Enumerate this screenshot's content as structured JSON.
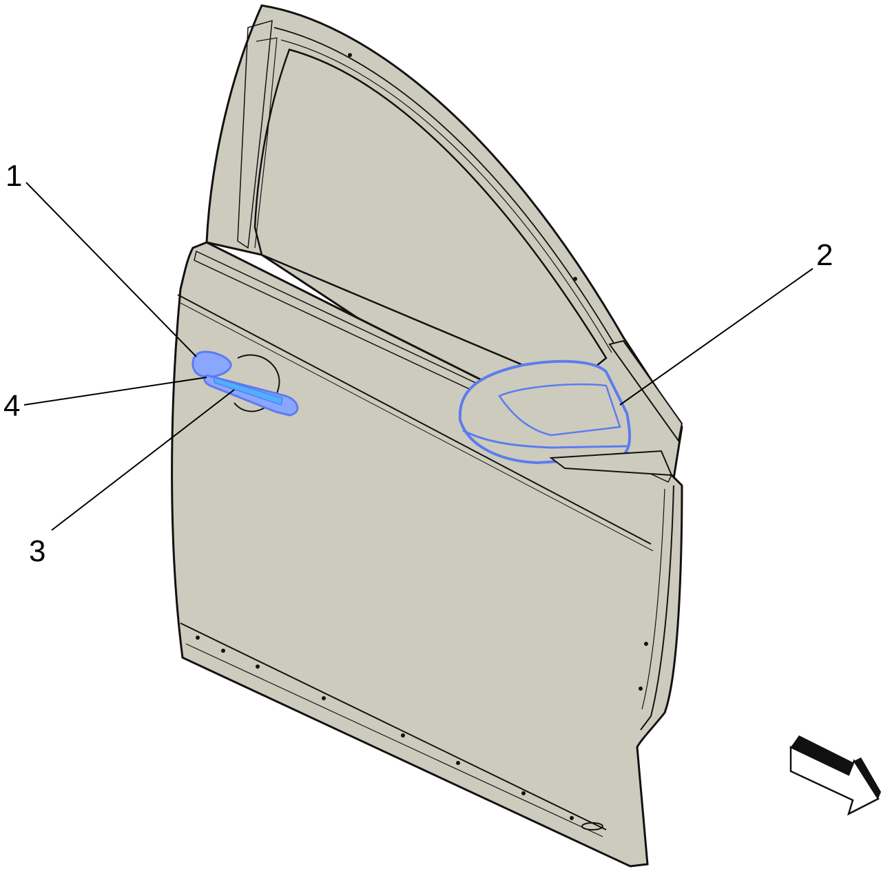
{
  "colors": {
    "panel_fill": "#cdcbbd",
    "outline": "#111111",
    "highlight": "#5b7cf0",
    "highlight_light": "#8aa6ff",
    "handle_accent": "#4fb0ff",
    "background": "#ffffff"
  },
  "callouts": [
    {
      "id": "1",
      "label": "1",
      "part": "door-handle"
    },
    {
      "id": "2",
      "label": "2",
      "part": "outside-mirror"
    },
    {
      "id": "3",
      "label": "3",
      "part": "door-handle-cap"
    },
    {
      "id": "4",
      "label": "4",
      "part": "door-handle-bezel"
    }
  ],
  "view_arrow": {
    "icon": "view-direction-arrow-icon"
  }
}
